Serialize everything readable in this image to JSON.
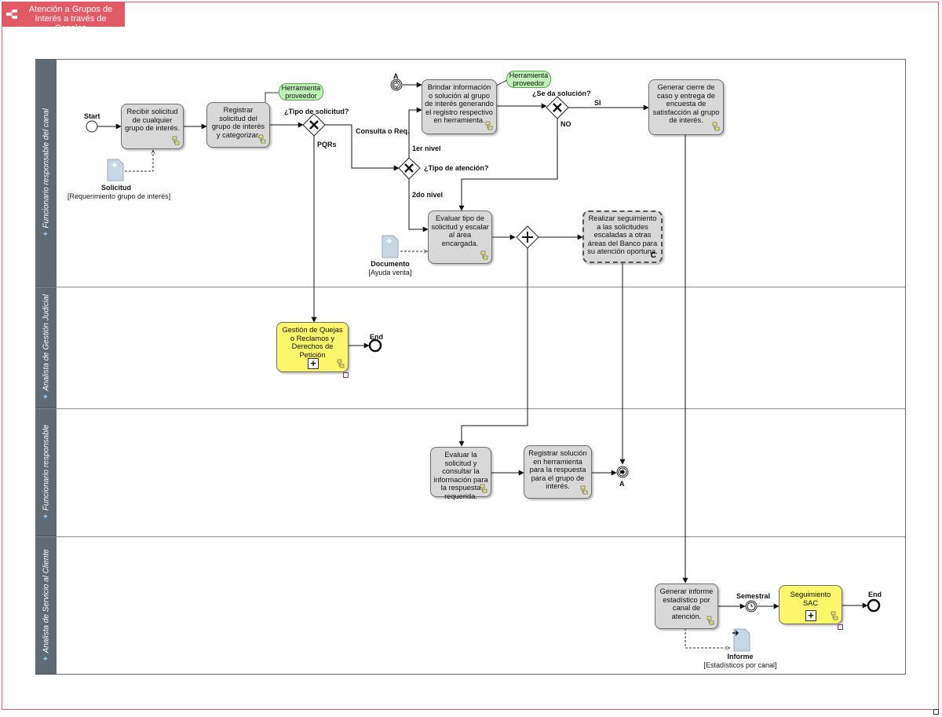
{
  "header": {
    "title": "Atención a Grupos de Interés a través de Canales"
  },
  "lanes": [
    {
      "label": "Funcionario responsable del canal"
    },
    {
      "label": "Analista de Gestión Judicial"
    },
    {
      "label": "Funcionario responsable"
    },
    {
      "label": "Analista de Servicio al Cliente"
    }
  ],
  "events": {
    "start": "Start",
    "end1": "End",
    "end2": "End",
    "link_in": "A",
    "link_out": "A",
    "timer": "Semestral"
  },
  "tasks": {
    "recibir": "Recibir solicitud de cualquier grupo de interés.",
    "registrar": "Registrar solicitud del grupo de interés y categorizar.",
    "brindar": "Brindar información o solución al grupo de interés generando el registro respectivo en herramienta.",
    "cierre": "Generar cierre de caso y entrega de encuesta de satisfacción al grupo de interés.",
    "evaluar_tipo": "Evaluar tipo de solicitud y escalar al área encargada.",
    "seguimiento": "Realizar seguimiento a las solicitudes escaladas a otras áreas del Banco para su atención oportuna.",
    "quejas": "Gestión de Quejas o Reclamos y Derechos de Petición",
    "evaluar_solicitud": "Evaluar la solicitud y consultar la información para la respuesta requerida.",
    "registrar_solucion": "Registrar solución en herramienta para la respuesta para el grupo de interés.",
    "informe": "Generar informe estadístico por canal de atención.",
    "sac": "Seguimiento SAC"
  },
  "gateways": {
    "tipo_solicitud": "¿Tipo de solicitud?",
    "tipo_atencion": "¿Tipo de atención?",
    "se_da_solucion": "¿Se da solución?"
  },
  "flow_labels": {
    "consulta": "Consulta o Req.",
    "pqrs": "PQRs",
    "primer_nivel": "1er nivel",
    "segundo_nivel": "2do nivel",
    "si": "SI",
    "no": "NO"
  },
  "annotations": {
    "herramienta1": "Herramienta proveedor",
    "herramienta2": "Herramienta proveedor"
  },
  "artifacts": {
    "solicitud": {
      "name": "Solicitud",
      "state": "[Requerimiento grupo de interés]"
    },
    "documento": {
      "name": "Documento",
      "state": "[Ayuda venta]"
    },
    "informe": {
      "name": "Informe",
      "state": "[Estadísticos por canal]"
    }
  },
  "markers": {
    "compensation": "C"
  },
  "colors": {
    "frame": "#e0616b",
    "title_bg": "#e25a63",
    "lane_head": "#5f6a73",
    "task": "#d8d8d8",
    "subprocess": "#fbf66a",
    "annotation": "#bff3b7"
  }
}
